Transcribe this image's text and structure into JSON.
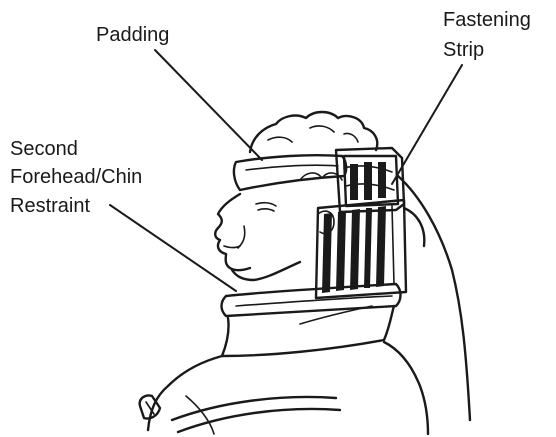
{
  "labels": {
    "padding": "Padding",
    "fastening_line1": "Fastening",
    "fastening_line2": "Strip",
    "restraint_line1": "Second",
    "restraint_line2": "Forehead/Chin",
    "restraint_line3": "Restraint"
  },
  "colors": {
    "ink": "#1a1a1a",
    "background": "#ffffff"
  }
}
